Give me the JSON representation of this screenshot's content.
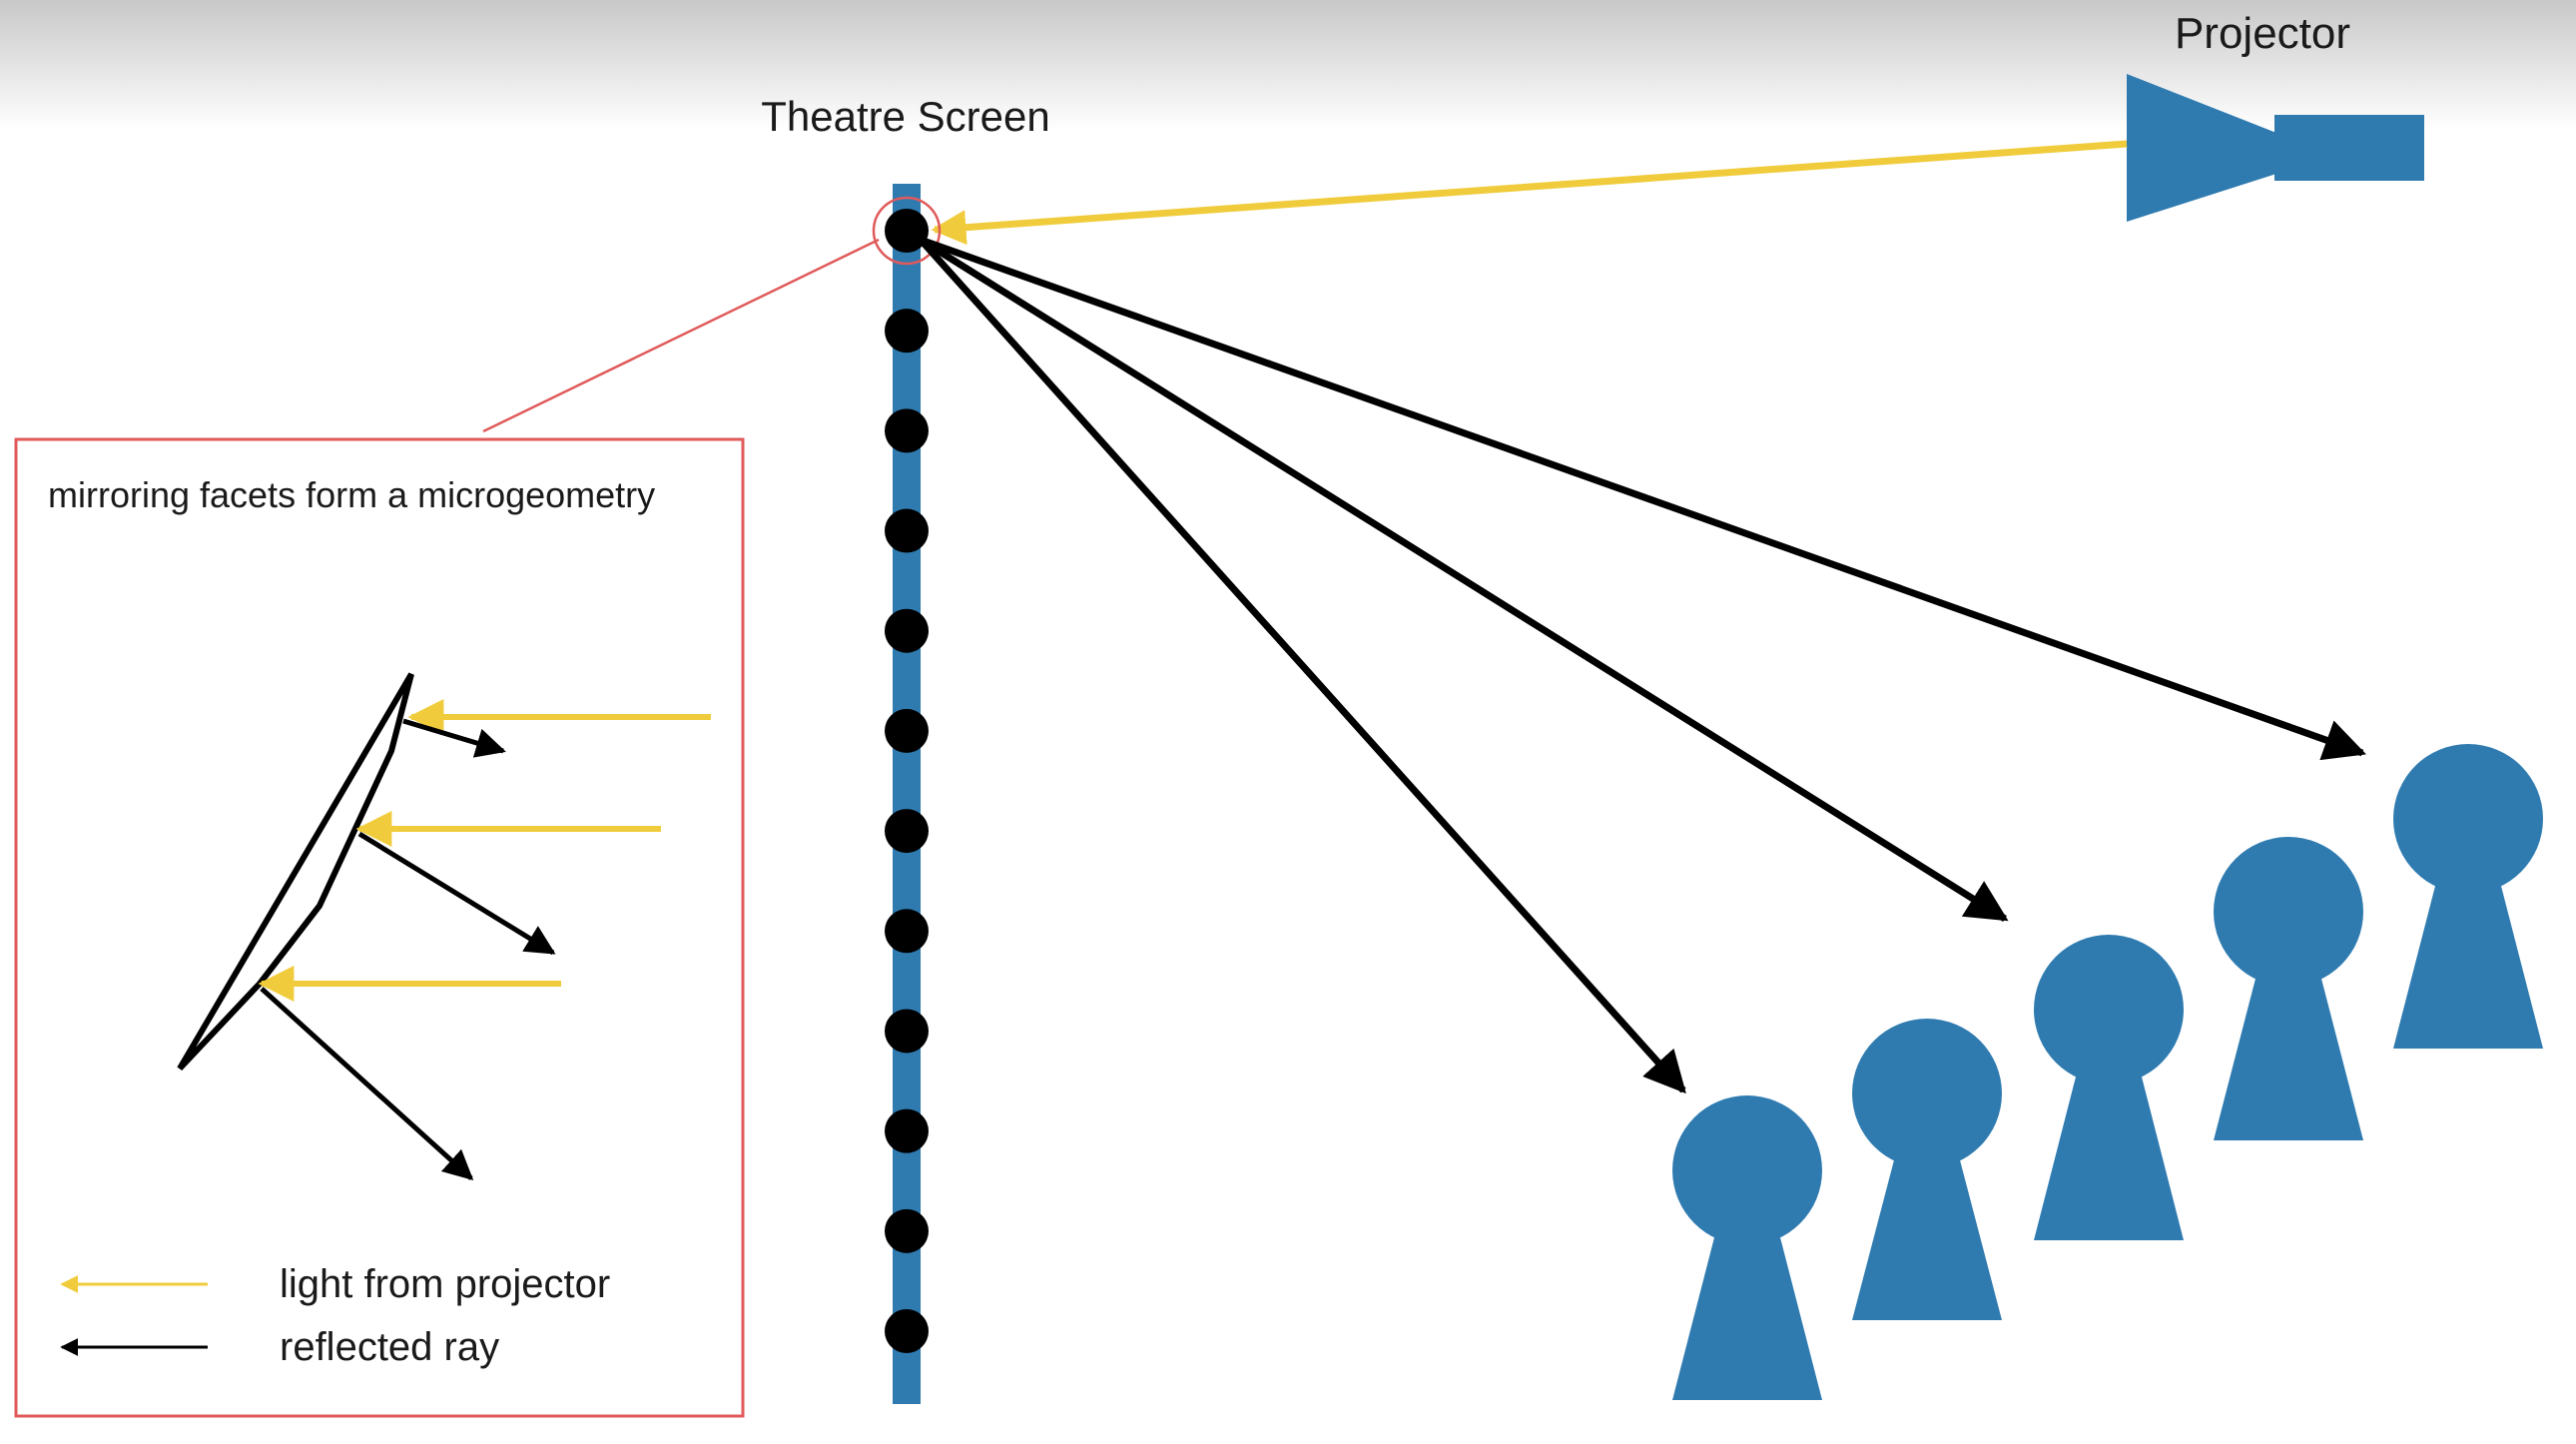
{
  "labels": {
    "projector": "Projector",
    "screen": "Theatre Screen",
    "inset_title": "mirroring facets form a microgeometry"
  },
  "legend": [
    {
      "text": "light from projector",
      "color": "#f0cc3c"
    },
    {
      "text": "reflected ray",
      "color": "#000000"
    }
  ],
  "colors": {
    "blue": "#2f7bb0",
    "yellow": "#f0cc3c",
    "inset_border": "#e05a5a",
    "ray": "#000000"
  },
  "audience_count": 5,
  "screen_dot_count": 12
}
